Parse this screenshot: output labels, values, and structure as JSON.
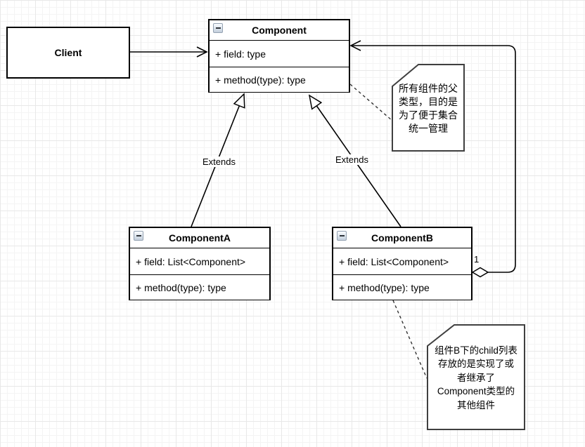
{
  "diagram": {
    "client": {
      "title": "Client"
    },
    "classes": [
      {
        "title": "Component",
        "attribute": "+ field: type",
        "method": "+ method(type): type"
      },
      {
        "title": "ComponentA",
        "attribute": "+ field: List<Component>",
        "method": "+ method(type): type"
      },
      {
        "title": "ComponentB",
        "attribute": "+ field: List<Component>",
        "method": "+ method(type): type"
      }
    ],
    "edge_labels": {
      "extends_a": "Extends",
      "extends_b": "Extends",
      "multiplicity": "1"
    },
    "notes": {
      "component_note": "所有组件的父\n类型，目的是\n为了便于集合\n统一管理",
      "componentb_note": "组件B下的child列表\n存放的是实现了或\n者继承了\nComponent类型的\n其他组件"
    },
    "colors": {
      "shape_stroke": "#000000",
      "shape_fill": "#ffffff",
      "note_stroke": "#3f3f3f",
      "text": "#000000",
      "grid_minor": "#f4f4f4",
      "grid_major": "#e8e8e8"
    }
  }
}
